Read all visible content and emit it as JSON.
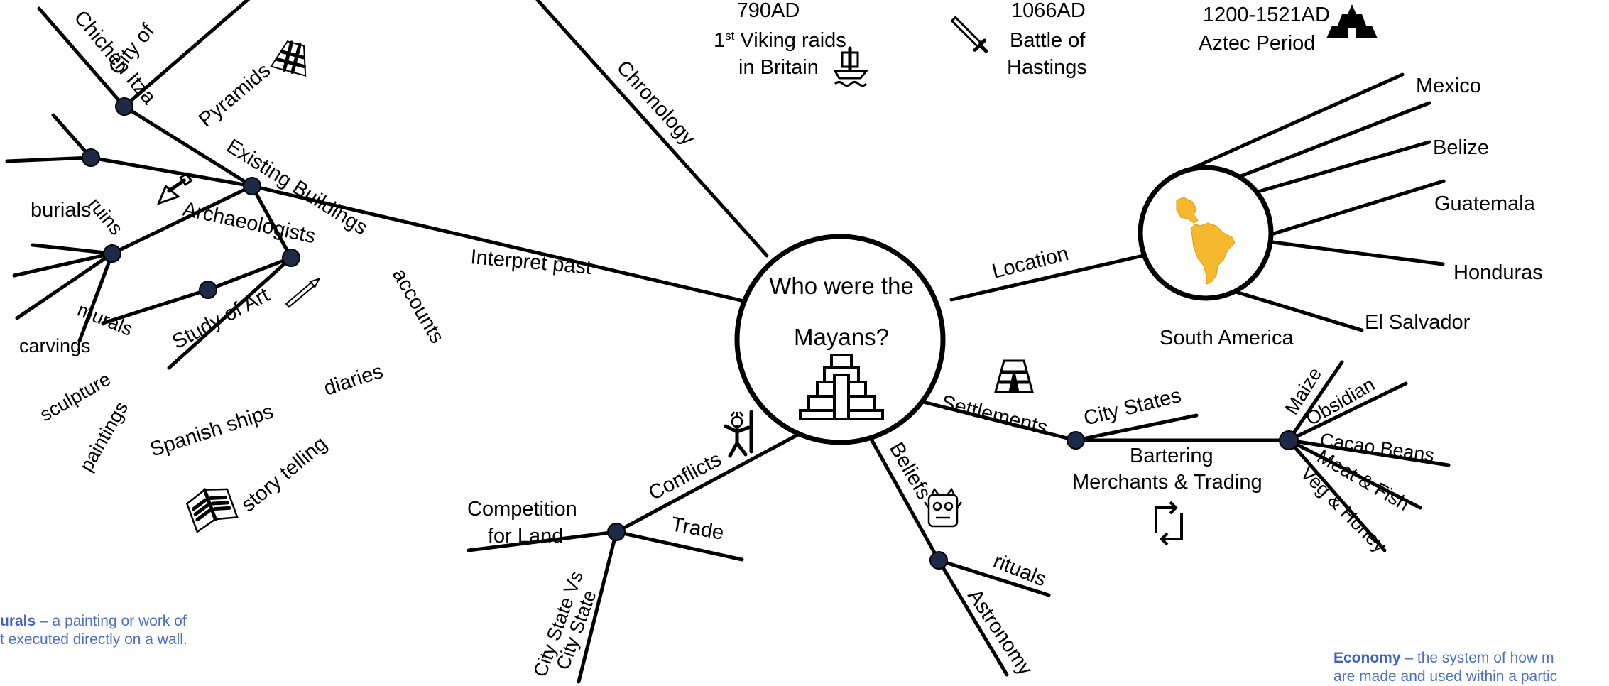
{
  "center": {
    "line1": "Who were the",
    "line2": "Mayans?",
    "icon": "mayan-pyramid-icon"
  },
  "branches": {
    "chronology": "Chronology",
    "interpret_past": "Interpret past",
    "location": "Location",
    "settlements": "Settlements",
    "conflicts": "Conflicts",
    "beliefs": "Beliefs"
  },
  "chronology": {
    "e790": {
      "date": "790AD",
      "line2_sup": "st",
      "line2_pre": "1",
      "line2_rest": " Viking raids",
      "line3": "in Britain",
      "icon": "viking-ship-icon"
    },
    "e1066": {
      "date": "1066AD",
      "line2": "Battle of",
      "line3": "Hastings",
      "icon": "sword-icon"
    },
    "e1200": {
      "date": "1200-1521AD",
      "line2": "Aztec Period",
      "icon": "aztec-temple-icon"
    }
  },
  "location": {
    "countries": [
      "Mexico",
      "Belize",
      "Guatemala",
      "Honduras",
      "El Salvador"
    ],
    "region": "South America",
    "icon": "south-america-map-icon",
    "map_color": "#f5b82e"
  },
  "interpret": {
    "existing_buildings": "Existing Buildings",
    "city_of": "City of",
    "chichen_itza": "Chichen Itza",
    "pyramids": "Pyramids",
    "archaeologists": "Archaeologists",
    "ruins": "ruins",
    "burials": "burials",
    "study_of_art": "Study of Art",
    "murals": "murals",
    "carvings": "carvings",
    "sculpture": "sculpture",
    "paintings": "paintings",
    "accounts": "accounts",
    "diaries": "diaries",
    "spanish_ships": "Spanish ships",
    "story_telling": "story telling"
  },
  "settlements": {
    "city_states": "City States",
    "bartering": "Bartering",
    "merchants": "Merchants & Trading",
    "goods": [
      "Maize",
      "Obsidian",
      "Cacao Beans",
      "Meat & Fish",
      "Veg & Honey"
    ],
    "icon": "trade-arrows-icon"
  },
  "conflicts": {
    "competition_l1": "Competition",
    "competition_l2": "for Land",
    "trade": "Trade",
    "city_state_vs": "City State Vs",
    "city_state": "City State",
    "icon": "warrior-icon"
  },
  "beliefs": {
    "rituals": "rituals",
    "astronomy": "Astronomy",
    "icon": "mayan-mask-icon"
  },
  "glossary": {
    "murals_term": "urals",
    "murals_def1": " – a painting or work of",
    "murals_def2": "t executed directly on a wall.",
    "economy_term": "Economy",
    "economy_def1": " – the system of how m",
    "economy_def2": "are made and used within a partic"
  }
}
